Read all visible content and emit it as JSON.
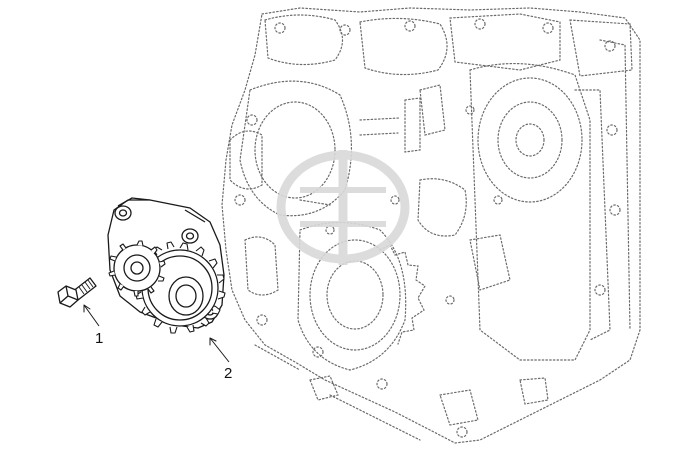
{
  "callouts": [
    {
      "label": "1",
      "part": "bolt"
    },
    {
      "label": "2",
      "part": "oil-pump-with-gear"
    }
  ],
  "colors": {
    "line": "#1a1a1a",
    "dotted": "#6b6b6b",
    "watermark": "#d9d9d9",
    "background": "#ffffff"
  }
}
